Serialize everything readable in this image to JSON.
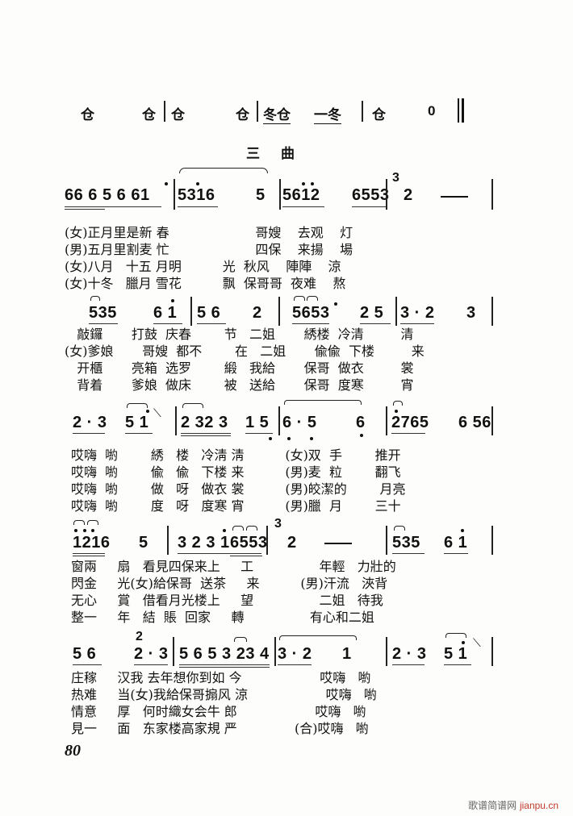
{
  "percussion_line": {
    "measures": [
      [
        "仓",
        "仓"
      ],
      [
        "仓",
        "仓"
      ],
      [
        "冬仓",
        "一冬"
      ],
      [
        "仓",
        "0"
      ]
    ]
  },
  "section_title": "三曲",
  "systems": [
    {
      "notation": [
        "66 6 5 6 61",
        "5316",
        "5",
        "5612",
        "6553",
        "3",
        "2",
        "—"
      ],
      "lyrics": [
        "(女)正月里是新 春                     哥嫂    去观    灯",
        "(男)五月里割麦 忙                     四保    来揚    場",
        "(女)八月   十五 月明          光  秋风    陣陣    涼",
        "(女)十冬   臘月 雪花          飘  保哥哥  夜难    熬"
      ]
    },
    {
      "notation": [
        "535",
        "6 1",
        "5 6",
        "2",
        "5653",
        "2 5",
        "3 · 2",
        "3"
      ],
      "lyrics": [
        "   敲鑼       打鼓  庆春        节   二姐       綉楼  冷清         清",
        "(女)爹娘       哥嫂  都不        在   二姐       偸偸  下楼         来",
        "   开櫃       亮箱  选罗        緞   我給       保哥  做衣         裳",
        "   背着       爹娘  做床        被   送給       保哥  度寒         宵"
      ]
    },
    {
      "notation": [
        "2 · 3",
        "5 1",
        "2 32 3",
        "1 5",
        "6 · 5",
        "6",
        "2765",
        "6 56"
      ],
      "lyrics": [
        "哎嗨  喲        綉   楼   冷淸 淸          (女)双  手        推开",
        "哎嗨  喲        偸   偸   下楼 来          (男)麦  粒        翻飞",
        "哎嗨  喲        做   呀   做衣 裳          (男)皎潔的        月亮",
        "哎嗨  喲        度   呀   度寒 宵          (男)臘  月        三十"
      ]
    },
    {
      "notation": [
        "1216",
        "5",
        "3 2 3 1",
        "6553",
        "3",
        "2",
        "—",
        "535",
        "6 1"
      ],
      "lyrics": [
        "窗兩     扇   看見四保来上     工                年輕   力壯的",
        "閃金     光(女)給保哥  送茶     来          (男)汗流   浹背",
        "无心     賞   借看月光楼上     望                二姐   待我",
        "整一     年   結  賬  回家     轉                有心和二姐"
      ]
    },
    {
      "notation": [
        "5 6",
        "2",
        "2 · 3",
        "5 6 5 3 23 4",
        "3 · 2",
        "1",
        "2 · 3",
        "5 1"
      ],
      "lyrics": [
        "庄稼     汉我 去年想你到如 今                   哎嗨   喲",
        "热难     当(女)我給保哥搧风 涼                   哎嗨   喲",
        "情意     厚   何时織女会牛 郎                   哎嗨   喲",
        "見一     面   东家楼高家規 严              (合)哎嗨   喲"
      ]
    }
  ],
  "page_number": "80",
  "watermark": {
    "cn": "歌谱简谱网",
    "en": "jianpu.cn"
  }
}
